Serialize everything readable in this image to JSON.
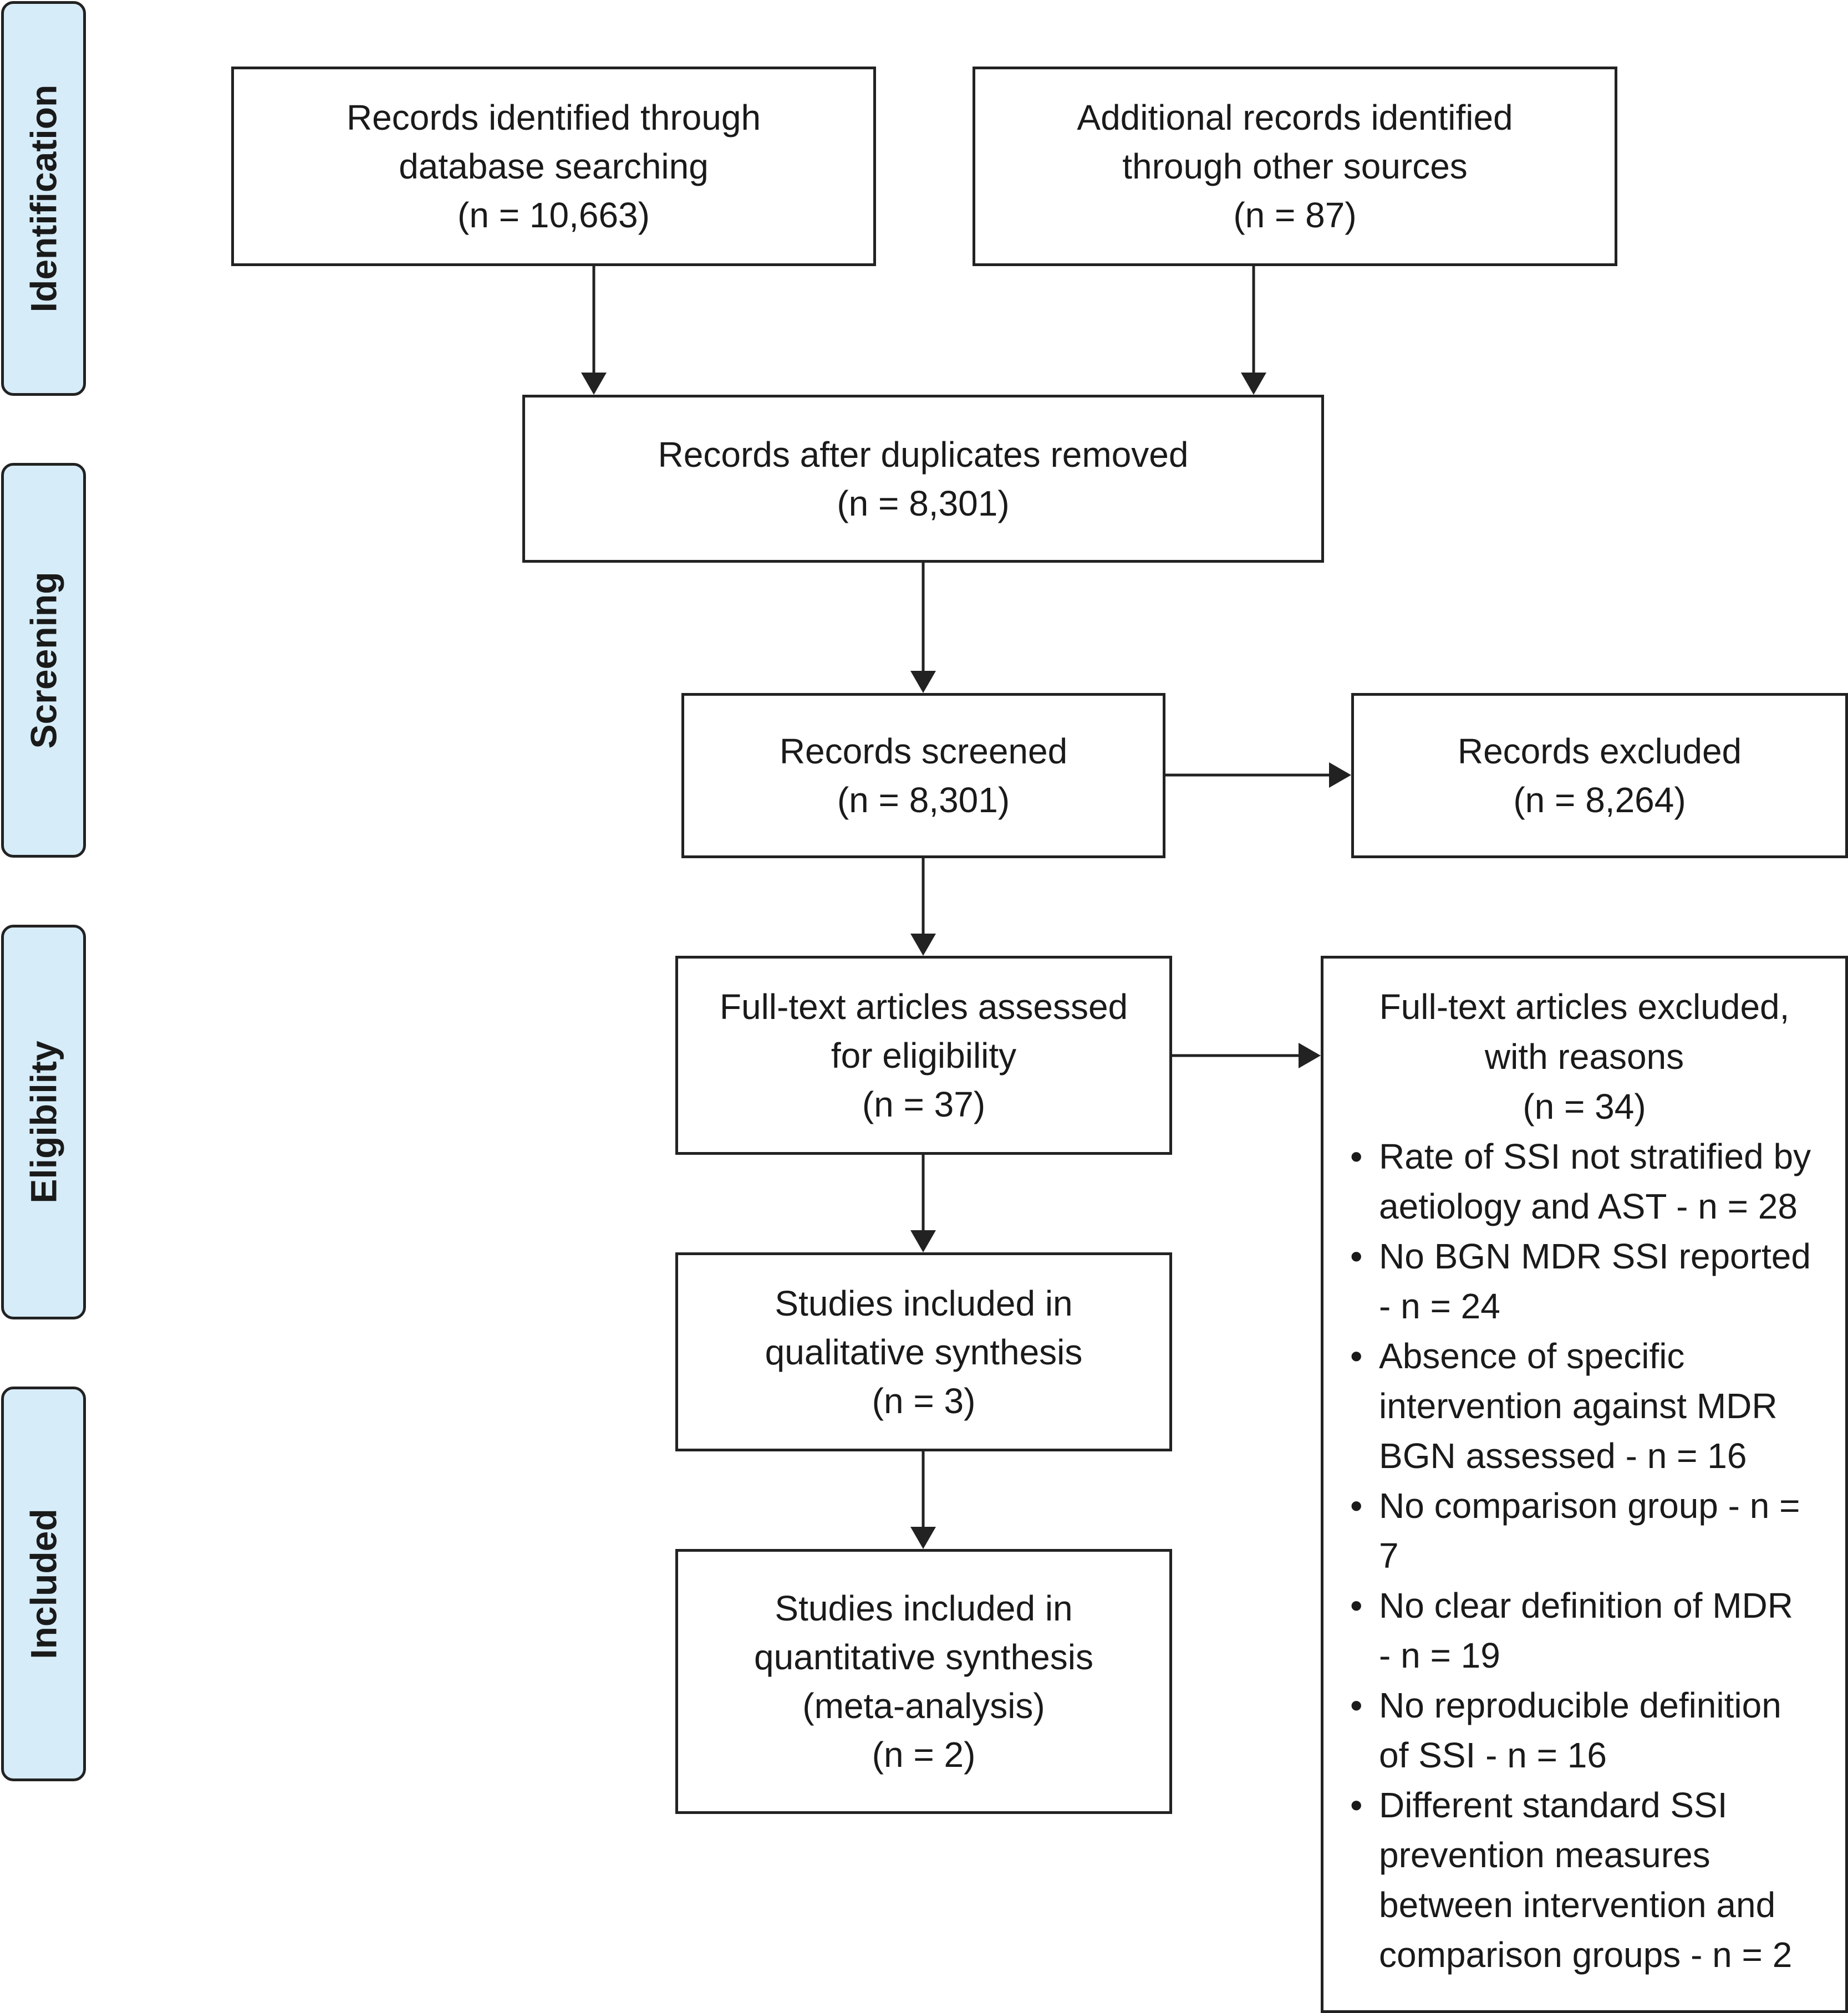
{
  "stages": {
    "identification": "Identification",
    "screening": "Screening",
    "eligibility": "Eligibility",
    "included": "Included"
  },
  "boxes": {
    "database_records": [
      "Records identified through",
      "database searching",
      "(n = 10,663)"
    ],
    "other_sources": [
      "Additional records identified",
      "through other sources",
      "(n = 87)"
    ],
    "duplicates_removed": [
      "Records after duplicates removed",
      "(n = 8,301)"
    ],
    "screened": [
      "Records screened",
      "(n = 8,301)"
    ],
    "excluded": [
      "Records excluded",
      "(n = 8,264)"
    ],
    "fulltext_assessed": [
      "Full-text articles assessed",
      "for eligibility",
      "(n = 37)"
    ],
    "qualitative": [
      "Studies included in",
      "qualitative synthesis",
      "(n = 3)"
    ],
    "quantitative": [
      "Studies included in",
      "quantitative synthesis",
      "(meta-analysis)",
      "(n = 2)"
    ]
  },
  "fulltext_excluded": {
    "heading": [
      "Full-text articles excluded,",
      "with reasons",
      "(n = 34)"
    ],
    "bullet_glyph": "•",
    "reasons": [
      [
        "Rate of SSI not stratified by",
        "aetiology and AST - n = 28"
      ],
      [
        "No BGN MDR SSI reported",
        "- n = 24"
      ],
      [
        "Absence of specific",
        "intervention against MDR",
        "BGN assessed - n = 16"
      ],
      [
        "No comparison group - n =",
        "7"
      ],
      [
        "No clear definition of MDR",
        "- n = 19"
      ],
      [
        "No reproducible definition",
        "of SSI - n = 16"
      ],
      [
        "Different standard SSI",
        "prevention measures",
        "between intervention and",
        "comparison groups - n = 2"
      ]
    ]
  },
  "colors": {
    "stage_fill": "#d6ecf8",
    "border": "#222222",
    "text": "#1a1a1a"
  }
}
